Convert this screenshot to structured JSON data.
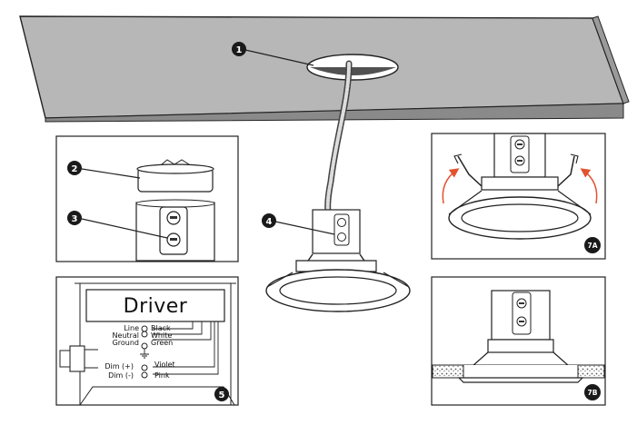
{
  "steps": {
    "s1": "1",
    "s2": "2",
    "s3": "3",
    "s4": "4",
    "s5": "5",
    "s7a": "7A",
    "s7b": "7B"
  },
  "driver_panel": {
    "title": "Driver",
    "wires": [
      {
        "label": "Line",
        "color": "Black"
      },
      {
        "label": "Neutral",
        "color": "White"
      },
      {
        "label": "Ground",
        "color": "Green"
      },
      {
        "label": "Dim (+)",
        "color": "Violet"
      },
      {
        "label": "Dim (-)",
        "color": "Pink"
      }
    ]
  },
  "colors": {
    "ceiling": "#b7b7b7",
    "outline": "#222222",
    "arrow": "#e0532f",
    "badge": "#1a1a1a"
  }
}
